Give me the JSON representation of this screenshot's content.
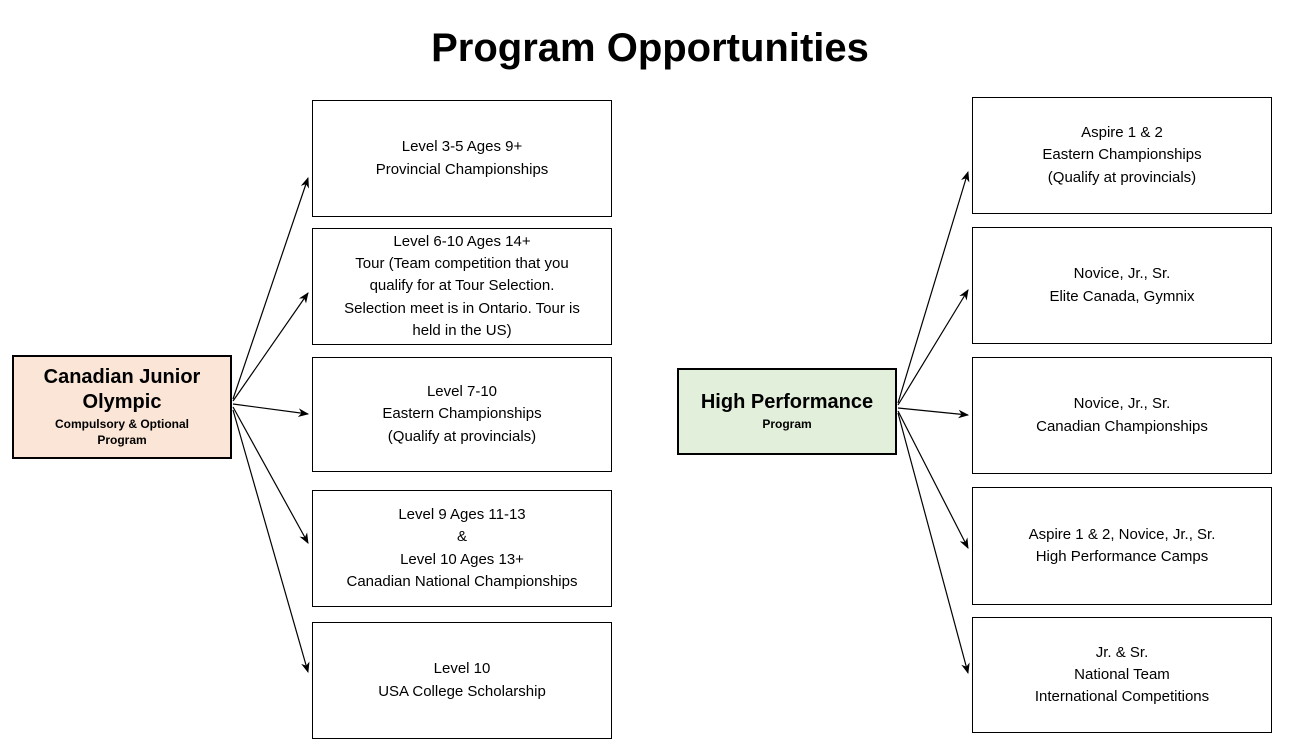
{
  "title": "Program Opportunities",
  "colors": {
    "cjo_fill": "#fbe5d6",
    "hp_fill": "#e2efda",
    "box_border": "#000000",
    "text": "#000000"
  },
  "cjo": {
    "source": {
      "title": "Canadian Junior\nOlympic",
      "subtitle": "Compulsory & Optional\nProgram"
    },
    "targets": [
      {
        "text": "Level 3-5 Ages 9+\nProvincial Championships"
      },
      {
        "text": "Level 6-10 Ages 14+\nTour (Team competition that you\nqualify for at Tour Selection.\nSelection meet is in Ontario. Tour is\nheld in the US)"
      },
      {
        "text": "Level 7-10\nEastern Championships\n(Qualify at provincials)"
      },
      {
        "text": "Level 9 Ages 11-13\n&\nLevel 10 Ages 13+\nCanadian National Championships"
      },
      {
        "text": "Level 10\nUSA College Scholarship"
      }
    ]
  },
  "hp": {
    "source": {
      "title": "High Performance",
      "subtitle": "Program"
    },
    "targets": [
      {
        "text": "Aspire 1 & 2\nEastern Championships\n(Qualify at provincials)"
      },
      {
        "text": "Novice, Jr., Sr.\nElite Canada, Gymnix"
      },
      {
        "text": "Novice, Jr., Sr.\nCanadian Championships"
      },
      {
        "text": "Aspire 1 & 2, Novice, Jr., Sr.\nHigh Performance Camps"
      },
      {
        "text": "Jr. & Sr.\nNational Team\nInternational Competitions"
      }
    ]
  }
}
